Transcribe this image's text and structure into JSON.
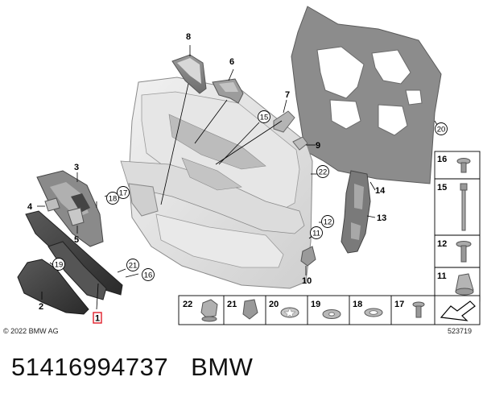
{
  "diagram": {
    "callouts": {
      "c1": "1",
      "c2": "2",
      "c3": "3",
      "c4": "4",
      "c5": "5",
      "c6": "6",
      "c7": "7",
      "c8": "8",
      "c9": "9",
      "c10": "10",
      "c11": "11",
      "c12": "12",
      "c13": "13",
      "c14": "14",
      "c15": "15",
      "c16": "16",
      "c17": "17",
      "c18": "18",
      "c19": "19",
      "c20": "20",
      "c21": "21",
      "c22": "22"
    },
    "legend_right": [
      "16",
      "15",
      "12",
      "11"
    ],
    "legend_bottom": [
      "22",
      "21",
      "20",
      "19",
      "18",
      "17"
    ],
    "copyright": "© 2022 BMW AG",
    "diagram_ref": "523719",
    "highlight_color": "#e0202a"
  },
  "footer": {
    "part_number": "51416994737",
    "brand": "BMW"
  }
}
